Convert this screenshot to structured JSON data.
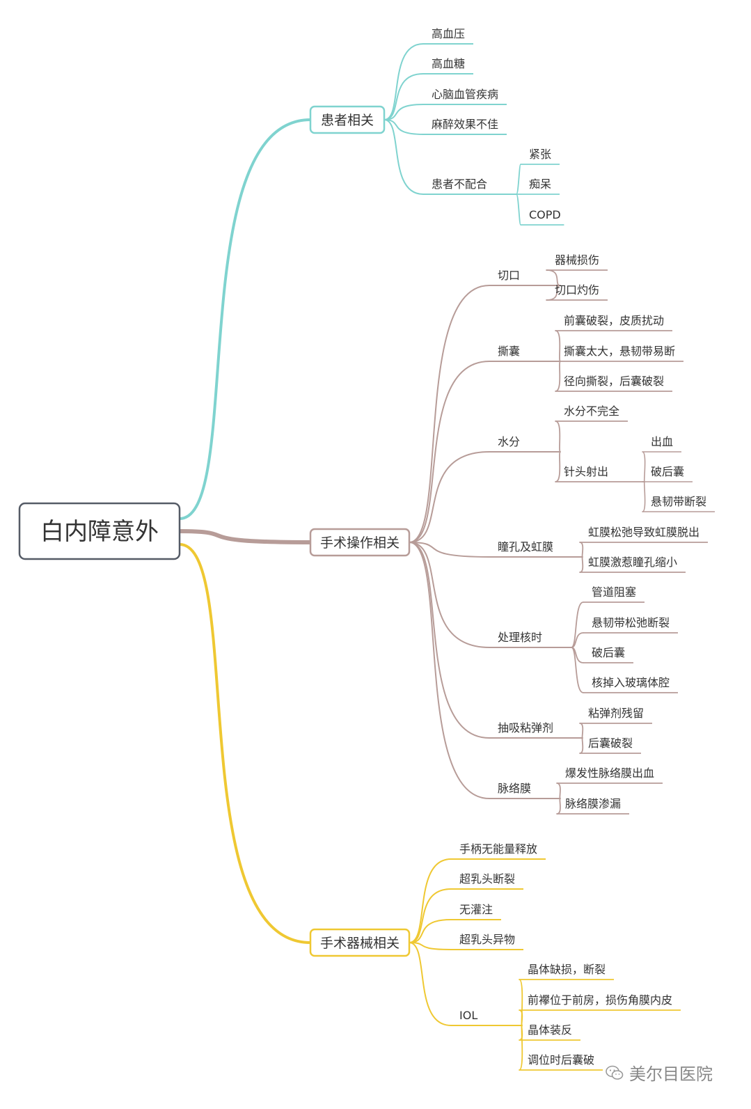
{
  "root": "白内障意外",
  "colors": {
    "teal": "#7fd3cf",
    "brown": "#b79c98",
    "yellow": "#efc832",
    "root_border": "#555b66",
    "text": "#333333"
  },
  "branches": [
    {
      "label": "患者相关",
      "color": "teal",
      "children": [
        {
          "label": "高血压"
        },
        {
          "label": "高血糖"
        },
        {
          "label": "心脑血管疾病"
        },
        {
          "label": "麻醉效果不佳"
        },
        {
          "label": "患者不配合",
          "children": [
            {
              "label": "紧张"
            },
            {
              "label": "痴呆"
            },
            {
              "label": "COPD"
            }
          ]
        }
      ]
    },
    {
      "label": "手术操作相关",
      "color": "brown",
      "children": [
        {
          "label": "切口",
          "children": [
            {
              "label": "器械损伤"
            },
            {
              "label": "切口灼伤"
            }
          ]
        },
        {
          "label": "撕囊",
          "children": [
            {
              "label": "前囊破裂，皮质扰动"
            },
            {
              "label": "撕囊太大，悬韧带易断"
            },
            {
              "label": "径向撕裂，后囊破裂"
            }
          ]
        },
        {
          "label": "水分",
          "children": [
            {
              "label": "水分不完全"
            },
            {
              "label": "针头射出",
              "children": [
                {
                  "label": "出血"
                },
                {
                  "label": "破后囊"
                },
                {
                  "label": "悬韧带断裂"
                }
              ]
            }
          ]
        },
        {
          "label": "瞳孔及虹膜",
          "children": [
            {
              "label": "虹膜松弛导致虹膜脱出"
            },
            {
              "label": "虹膜激惹瞳孔缩小"
            }
          ]
        },
        {
          "label": "处理核时",
          "children": [
            {
              "label": "管道阻塞"
            },
            {
              "label": "悬韧带松弛断裂"
            },
            {
              "label": "破后囊"
            },
            {
              "label": "核掉入玻璃体腔"
            }
          ]
        },
        {
          "label": "抽吸粘弹剂",
          "children": [
            {
              "label": "粘弹剂残留"
            },
            {
              "label": "后囊破裂"
            }
          ]
        },
        {
          "label": "脉络膜",
          "children": [
            {
              "label": "爆发性脉络膜出血"
            },
            {
              "label": "脉络膜渗漏"
            }
          ]
        }
      ]
    },
    {
      "label": "手术器械相关",
      "color": "yellow",
      "children": [
        {
          "label": "手柄无能量释放"
        },
        {
          "label": "超乳头断裂"
        },
        {
          "label": "无灌注"
        },
        {
          "label": "超乳头异物"
        },
        {
          "label": "IOL",
          "children": [
            {
              "label": "晶体缺损，断裂"
            },
            {
              "label": "前襻位于前房，损伤角膜内皮"
            },
            {
              "label": "晶体装反"
            },
            {
              "label": "调位时后囊破"
            }
          ]
        }
      ]
    }
  ],
  "watermark": "美尔目医院"
}
